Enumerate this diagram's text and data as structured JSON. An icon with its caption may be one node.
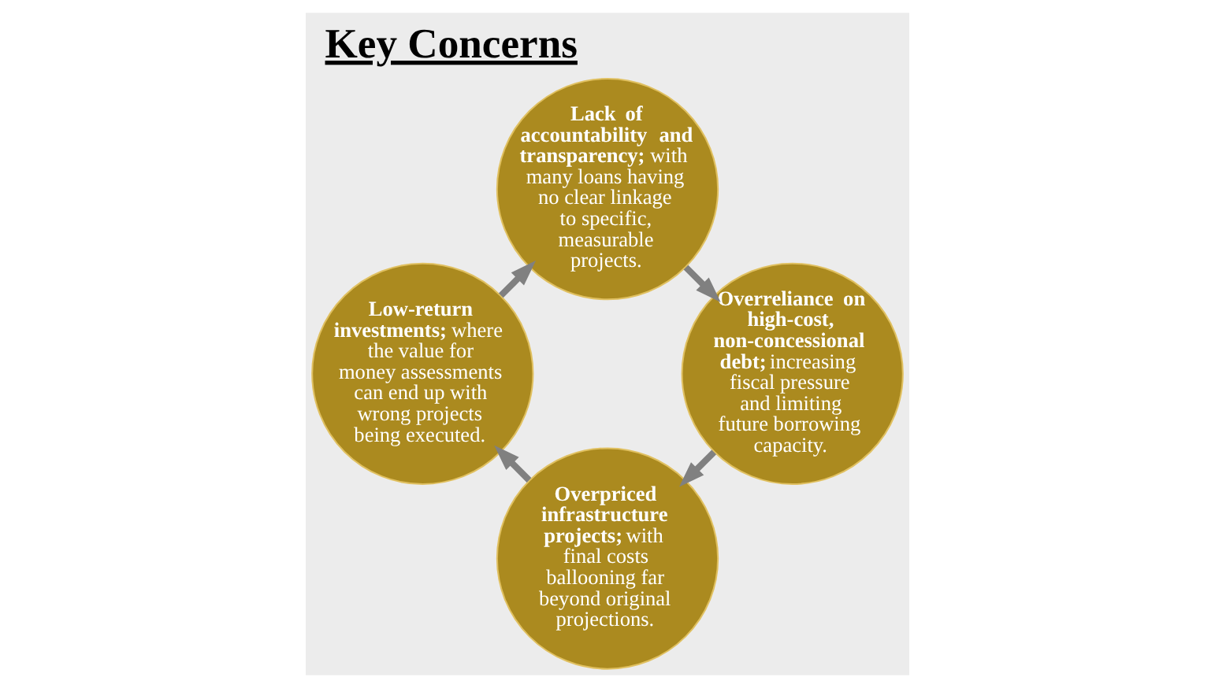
{
  "diagram": {
    "title": "Key Concerns",
    "nodes": [
      {
        "text": [
          "**Overpriced infrastructure projects;** with final costs ballooning far beyond original projections."
        ]
      },
      {
        "text": [
          "**Overreliance on high-cost, non-concessional debt;** increasing fiscal pressure and limiting future borrowing capacity."
        ]
      },
      {
        "text": [
          "**Low-return investments;** where the value for money assessments can end up with wrong projects being executed."
        ]
      },
      {
        "text": [
          "**Lack of accountability and transparency;** with many loans having no clear linkage to specific, measurable projects."
        ]
      }
    ],
    "edges": [
      {
        "from": 1,
        "to": 0,
        "arrow": "to"
      },
      {
        "from": 0,
        "to": 2,
        "arrow": "to"
      },
      {
        "from": 2,
        "to": 3,
        "arrow": "to"
      },
      {
        "from": 3,
        "to": 1,
        "arrow": "to"
      }
    ]
  }
}
